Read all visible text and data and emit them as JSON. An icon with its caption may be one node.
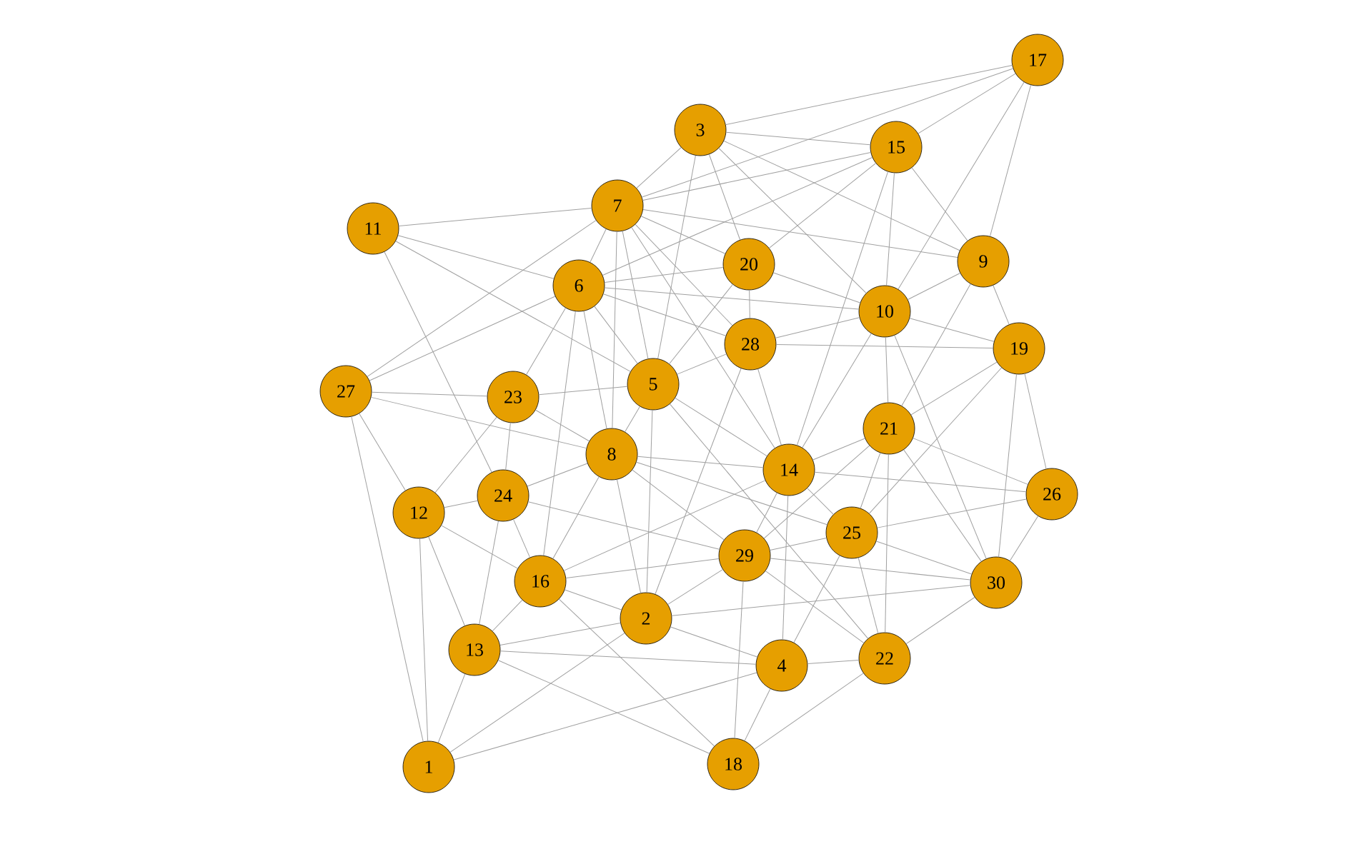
{
  "diagram": {
    "nodes": [
      {
        "text": [
          "1"
        ]
      },
      {
        "text": [
          "2"
        ]
      },
      {
        "text": [
          "3"
        ]
      },
      {
        "text": [
          "4"
        ]
      },
      {
        "text": [
          "5"
        ]
      },
      {
        "text": [
          "6"
        ]
      },
      {
        "text": [
          "7"
        ]
      },
      {
        "text": [
          "8"
        ]
      },
      {
        "text": [
          "9"
        ]
      },
      {
        "text": [
          "10"
        ]
      },
      {
        "text": [
          "11"
        ]
      },
      {
        "text": [
          "12"
        ]
      },
      {
        "text": [
          "13"
        ]
      },
      {
        "text": [
          "14"
        ]
      },
      {
        "text": [
          "15"
        ]
      },
      {
        "text": [
          "16"
        ]
      },
      {
        "text": [
          "17"
        ]
      },
      {
        "text": [
          "18"
        ]
      },
      {
        "text": [
          "19"
        ]
      },
      {
        "text": [
          "20"
        ]
      },
      {
        "text": [
          "21"
        ]
      },
      {
        "text": [
          "22"
        ]
      },
      {
        "text": [
          "23"
        ]
      },
      {
        "text": [
          "24"
        ]
      },
      {
        "text": [
          "25"
        ]
      },
      {
        "text": [
          "26"
        ]
      },
      {
        "text": [
          "27"
        ]
      },
      {
        "text": [
          "28"
        ]
      },
      {
        "text": [
          "29"
        ]
      },
      {
        "text": [
          "30"
        ]
      }
    ],
    "edges": [
      {
        "from": 16,
        "to": 2,
        "arrow": "none"
      },
      {
        "from": 16,
        "to": 14,
        "arrow": "none"
      },
      {
        "from": 16,
        "to": 6,
        "arrow": "none"
      },
      {
        "from": 16,
        "to": 8,
        "arrow": "none"
      },
      {
        "from": 16,
        "to": 9,
        "arrow": "none"
      },
      {
        "from": 10,
        "to": 6,
        "arrow": "none"
      },
      {
        "from": 10,
        "to": 23,
        "arrow": "none"
      },
      {
        "from": 26,
        "to": 5,
        "arrow": "none"
      },
      {
        "from": 26,
        "to": 6,
        "arrow": "none"
      },
      {
        "from": 26,
        "to": 22,
        "arrow": "none"
      },
      {
        "from": 26,
        "to": 11,
        "arrow": "none"
      },
      {
        "from": 26,
        "to": 0,
        "arrow": "none"
      },
      {
        "from": 26,
        "to": 7,
        "arrow": "none"
      },
      {
        "from": 2,
        "to": 6,
        "arrow": "none"
      },
      {
        "from": 2,
        "to": 14,
        "arrow": "none"
      },
      {
        "from": 2,
        "to": 19,
        "arrow": "none"
      },
      {
        "from": 2,
        "to": 4,
        "arrow": "none"
      },
      {
        "from": 2,
        "to": 8,
        "arrow": "none"
      },
      {
        "from": 2,
        "to": 9,
        "arrow": "none"
      },
      {
        "from": 14,
        "to": 9,
        "arrow": "none"
      },
      {
        "from": 14,
        "to": 8,
        "arrow": "none"
      },
      {
        "from": 14,
        "to": 19,
        "arrow": "none"
      },
      {
        "from": 14,
        "to": 5,
        "arrow": "none"
      },
      {
        "from": 14,
        "to": 13,
        "arrow": "none"
      },
      {
        "from": 14,
        "to": 6,
        "arrow": "none"
      },
      {
        "from": 8,
        "to": 18,
        "arrow": "none"
      },
      {
        "from": 8,
        "to": 20,
        "arrow": "none"
      },
      {
        "from": 8,
        "to": 9,
        "arrow": "none"
      },
      {
        "from": 8,
        "to": 6,
        "arrow": "none"
      },
      {
        "from": 9,
        "to": 18,
        "arrow": "none"
      },
      {
        "from": 9,
        "to": 20,
        "arrow": "none"
      },
      {
        "from": 9,
        "to": 13,
        "arrow": "none"
      },
      {
        "from": 9,
        "to": 19,
        "arrow": "none"
      },
      {
        "from": 9,
        "to": 29,
        "arrow": "none"
      },
      {
        "from": 9,
        "to": 27,
        "arrow": "none"
      },
      {
        "from": 9,
        "to": 5,
        "arrow": "none"
      },
      {
        "from": 18,
        "to": 25,
        "arrow": "none"
      },
      {
        "from": 18,
        "to": 27,
        "arrow": "none"
      },
      {
        "from": 18,
        "to": 24,
        "arrow": "none"
      },
      {
        "from": 19,
        "to": 27,
        "arrow": "none"
      },
      {
        "from": 19,
        "to": 5,
        "arrow": "none"
      },
      {
        "from": 19,
        "to": 6,
        "arrow": "none"
      },
      {
        "from": 5,
        "to": 22,
        "arrow": "none"
      },
      {
        "from": 5,
        "to": 15,
        "arrow": "none"
      },
      {
        "from": 5,
        "to": 7,
        "arrow": "none"
      },
      {
        "from": 5,
        "to": 4,
        "arrow": "none"
      },
      {
        "from": 5,
        "to": 6,
        "arrow": "none"
      },
      {
        "from": 6,
        "to": 4,
        "arrow": "none"
      },
      {
        "from": 6,
        "to": 7,
        "arrow": "none"
      },
      {
        "from": 6,
        "to": 27,
        "arrow": "none"
      },
      {
        "from": 4,
        "to": 22,
        "arrow": "none"
      },
      {
        "from": 4,
        "to": 27,
        "arrow": "none"
      },
      {
        "from": 4,
        "to": 13,
        "arrow": "none"
      },
      {
        "from": 4,
        "to": 21,
        "arrow": "none"
      },
      {
        "from": 4,
        "to": 1,
        "arrow": "none"
      },
      {
        "from": 7,
        "to": 15,
        "arrow": "none"
      },
      {
        "from": 7,
        "to": 1,
        "arrow": "none"
      },
      {
        "from": 7,
        "to": 22,
        "arrow": "none"
      },
      {
        "from": 22,
        "to": 23,
        "arrow": "none"
      },
      {
        "from": 22,
        "to": 11,
        "arrow": "none"
      },
      {
        "from": 23,
        "to": 15,
        "arrow": "none"
      },
      {
        "from": 23,
        "to": 12,
        "arrow": "none"
      },
      {
        "from": 23,
        "to": 11,
        "arrow": "none"
      },
      {
        "from": 23,
        "to": 28,
        "arrow": "none"
      },
      {
        "from": 11,
        "to": 0,
        "arrow": "none"
      },
      {
        "from": 11,
        "to": 12,
        "arrow": "none"
      },
      {
        "from": 12,
        "to": 0,
        "arrow": "none"
      },
      {
        "from": 12,
        "to": 15,
        "arrow": "none"
      },
      {
        "from": 12,
        "to": 1,
        "arrow": "none"
      },
      {
        "from": 12,
        "to": 17,
        "arrow": "none"
      },
      {
        "from": 15,
        "to": 1,
        "arrow": "none"
      },
      {
        "from": 15,
        "to": 17,
        "arrow": "none"
      },
      {
        "from": 0,
        "to": 3,
        "arrow": "none"
      },
      {
        "from": 1,
        "to": 28,
        "arrow": "none"
      },
      {
        "from": 1,
        "to": 29,
        "arrow": "none"
      },
      {
        "from": 1,
        "to": 27,
        "arrow": "none"
      },
      {
        "from": 13,
        "to": 28,
        "arrow": "none"
      },
      {
        "from": 13,
        "to": 3,
        "arrow": "none"
      },
      {
        "from": 13,
        "to": 20,
        "arrow": "none"
      },
      {
        "from": 13,
        "to": 24,
        "arrow": "none"
      },
      {
        "from": 13,
        "to": 25,
        "arrow": "none"
      },
      {
        "from": 13,
        "to": 27,
        "arrow": "none"
      },
      {
        "from": 20,
        "to": 21,
        "arrow": "none"
      },
      {
        "from": 20,
        "to": 24,
        "arrow": "none"
      },
      {
        "from": 20,
        "to": 25,
        "arrow": "none"
      },
      {
        "from": 20,
        "to": 29,
        "arrow": "none"
      },
      {
        "from": 24,
        "to": 3,
        "arrow": "none"
      },
      {
        "from": 24,
        "to": 21,
        "arrow": "none"
      },
      {
        "from": 24,
        "to": 29,
        "arrow": "none"
      },
      {
        "from": 24,
        "to": 25,
        "arrow": "none"
      },
      {
        "from": 28,
        "to": 17,
        "arrow": "none"
      },
      {
        "from": 28,
        "to": 29,
        "arrow": "none"
      },
      {
        "from": 28,
        "to": 20,
        "arrow": "none"
      },
      {
        "from": 3,
        "to": 21,
        "arrow": "none"
      },
      {
        "from": 3,
        "to": 17,
        "arrow": "none"
      },
      {
        "from": 21,
        "to": 29,
        "arrow": "none"
      },
      {
        "from": 21,
        "to": 17,
        "arrow": "none"
      },
      {
        "from": 29,
        "to": 25,
        "arrow": "none"
      },
      {
        "from": 29,
        "to": 18,
        "arrow": "none"
      },
      {
        "from": 10,
        "to": 4,
        "arrow": "none"
      },
      {
        "from": 10,
        "to": 5,
        "arrow": "none"
      },
      {
        "from": 5,
        "to": 27,
        "arrow": "none"
      },
      {
        "from": 7,
        "to": 13,
        "arrow": "none"
      },
      {
        "from": 18,
        "to": 20,
        "arrow": "none"
      },
      {
        "from": 19,
        "to": 4,
        "arrow": "none"
      },
      {
        "from": 6,
        "to": 13,
        "arrow": "none"
      },
      {
        "from": 4,
        "to": 7,
        "arrow": "none"
      },
      {
        "from": 7,
        "to": 24,
        "arrow": "none"
      },
      {
        "from": 28,
        "to": 21,
        "arrow": "none"
      },
      {
        "from": 23,
        "to": 7,
        "arrow": "none"
      },
      {
        "from": 11,
        "to": 15,
        "arrow": "none"
      },
      {
        "from": 12,
        "to": 3,
        "arrow": "none"
      },
      {
        "from": 15,
        "to": 28,
        "arrow": "none"
      },
      {
        "from": 15,
        "to": 13,
        "arrow": "none"
      },
      {
        "from": 0,
        "to": 1,
        "arrow": "none"
      },
      {
        "from": 28,
        "to": 24,
        "arrow": "none"
      },
      {
        "from": 1,
        "to": 3,
        "arrow": "none"
      },
      {
        "from": 7,
        "to": 28,
        "arrow": "none"
      }
    ]
  }
}
